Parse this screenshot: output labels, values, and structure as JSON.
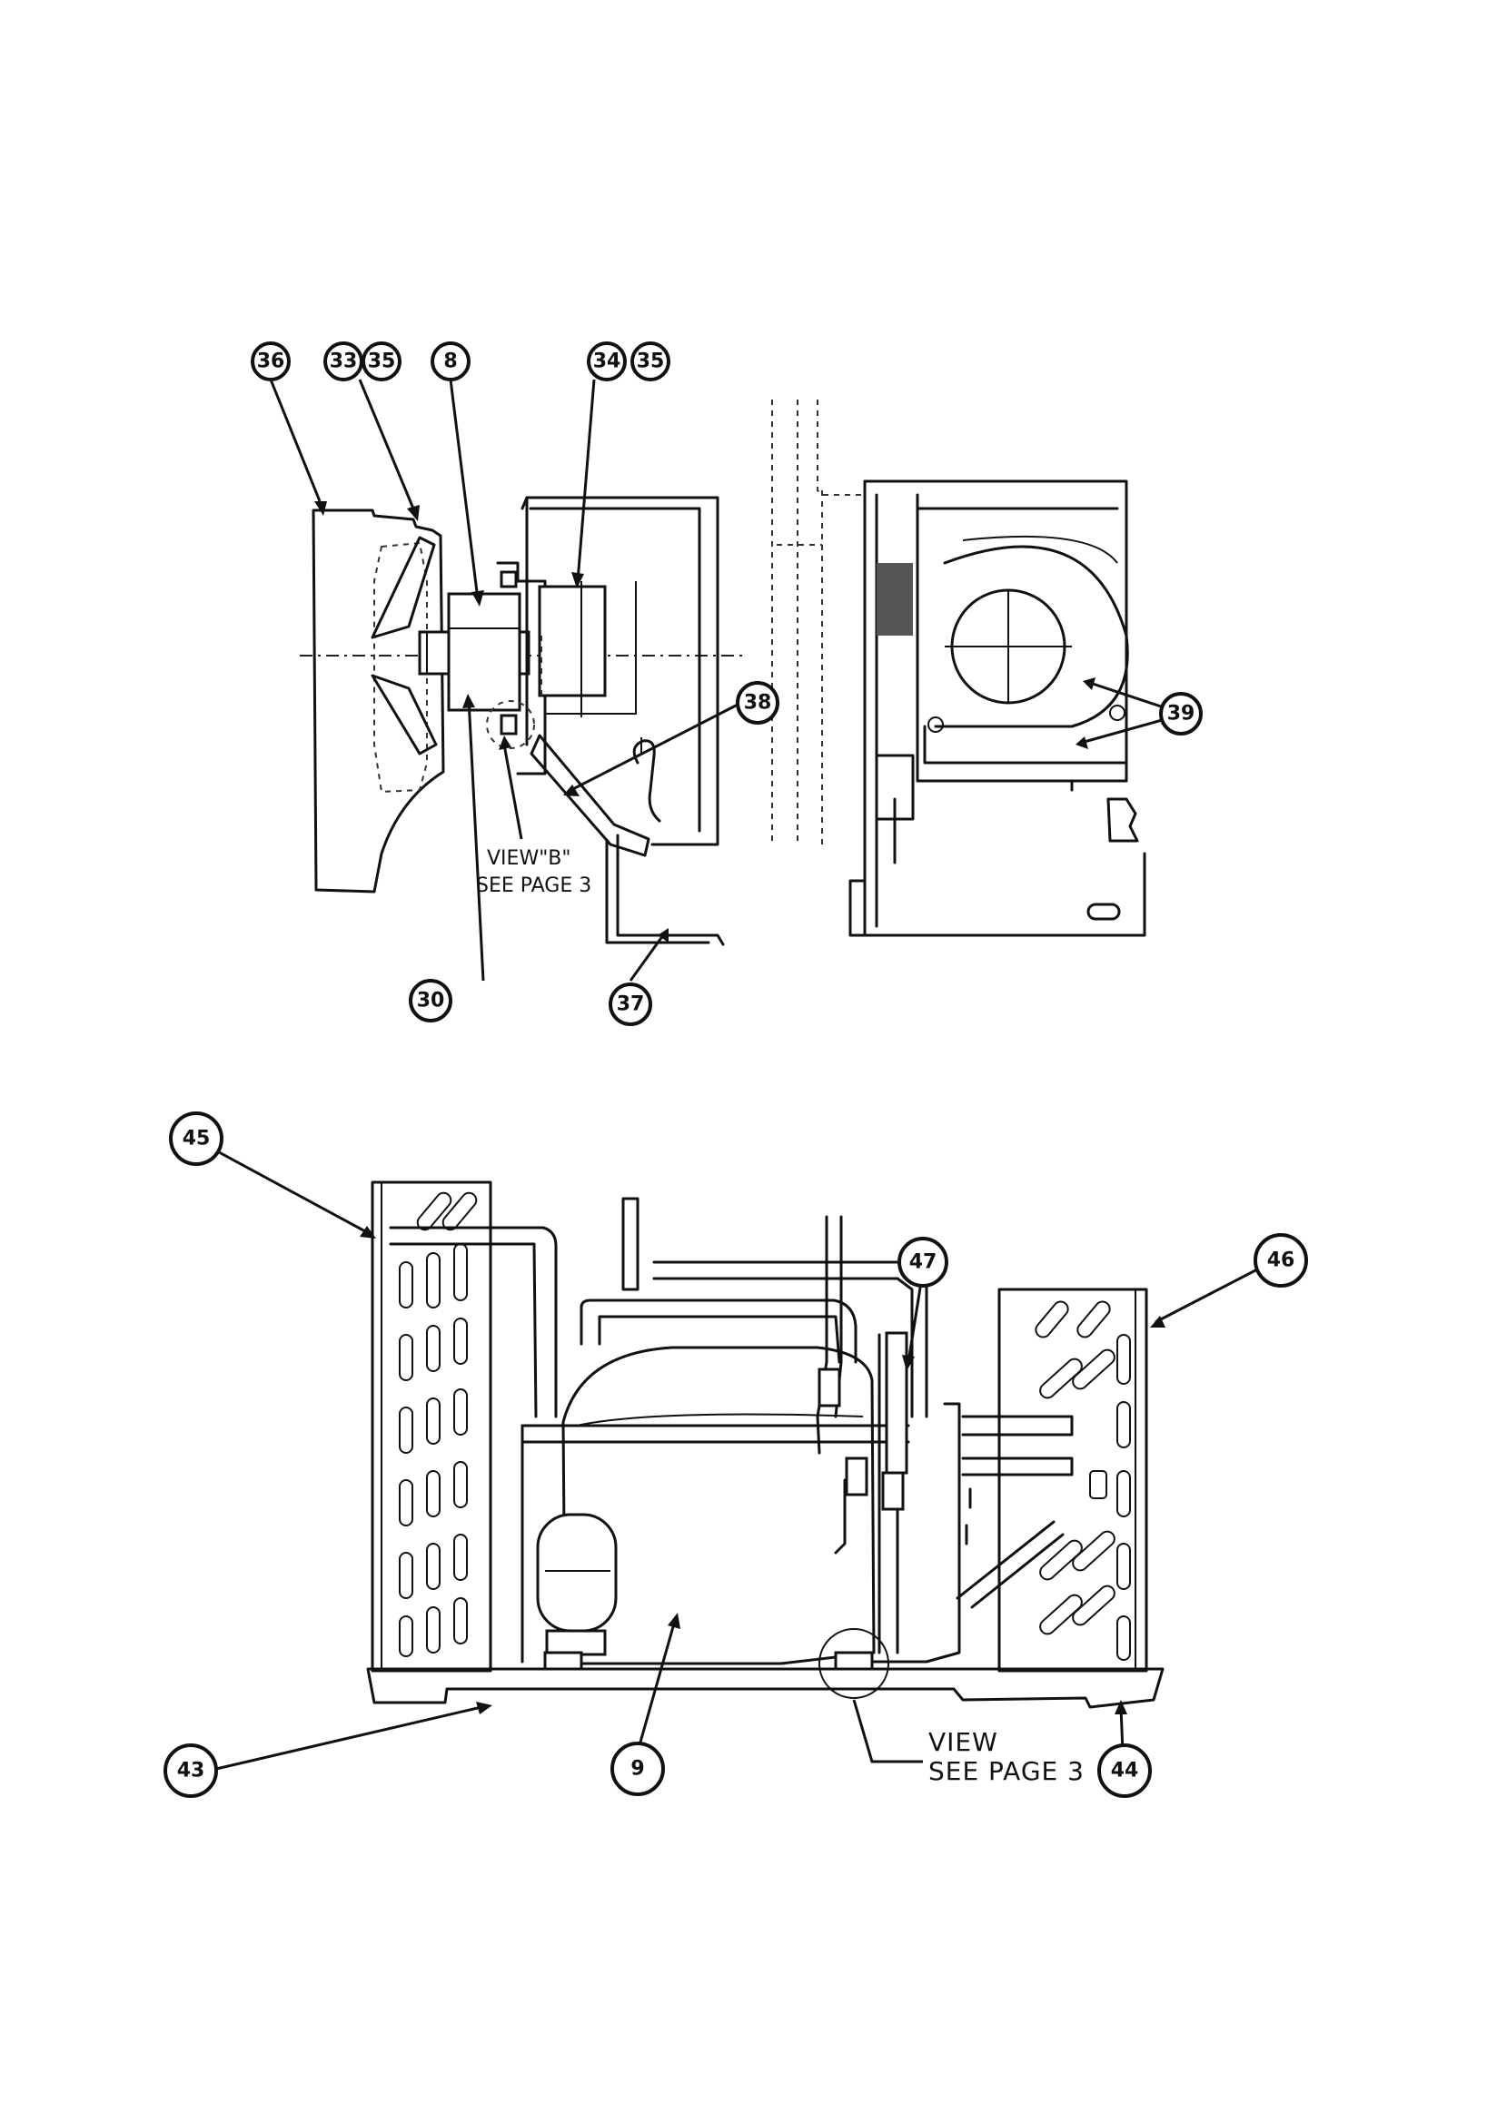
{
  "callouts": {
    "c36": "36",
    "c33": "33",
    "c35a": "35",
    "c8": "8",
    "c34": "34",
    "c35b": "35",
    "c38": "38",
    "c39": "39",
    "c30": "30",
    "c37": "37",
    "c45": "45",
    "c47": "47",
    "c46": "46",
    "c43": "43",
    "c9": "9",
    "c44": "44"
  },
  "notes": {
    "view_b_line1": "VIEW\"B\"",
    "view_b_line2": "SEE PAGE 3",
    "view_line1": "VIEW",
    "view_line2": "SEE PAGE 3"
  }
}
